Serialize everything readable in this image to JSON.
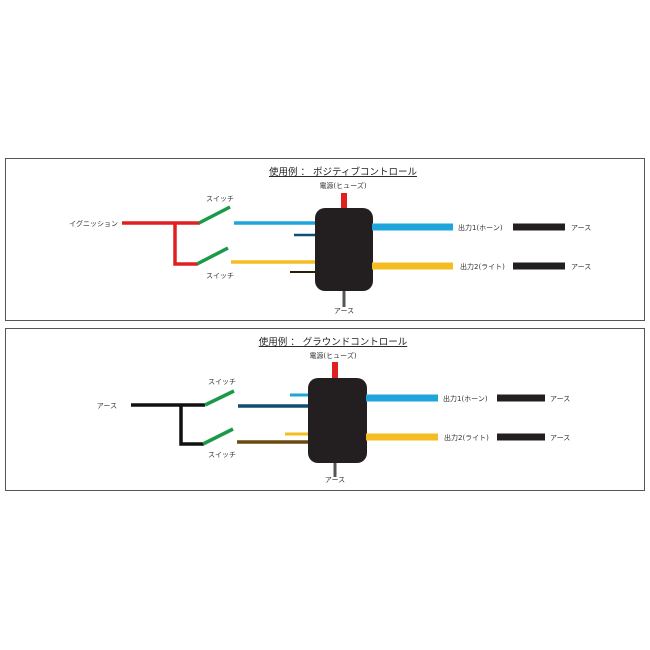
{
  "panels": [
    {
      "title": "使用例 ： ポジティブコントロール",
      "power_label": "電源(ヒューズ)",
      "input_label": "イグニッション",
      "switch_top_label": "スイッチ",
      "switch_bottom_label": "スイッチ",
      "ground_label": "アース",
      "output1_label": "出力1(ホーン)",
      "output1_ground": "アース",
      "output2_label": "出力2(ライト)",
      "output2_ground": "アース"
    },
    {
      "title": "使用例 ： グラウンドコントロール",
      "power_label": "電源(ヒューズ)",
      "input_label": "アース",
      "switch_top_label": "スイッチ",
      "switch_bottom_label": "スイッチ",
      "ground_label": "アース",
      "output1_label": "出力1(ホーン)",
      "output1_ground": "アース",
      "output2_label": "出力2(ライト)",
      "output2_ground": "アース"
    }
  ],
  "colors": {
    "power": "#e02020",
    "switch": "#1a9a48",
    "light_blue": "#1ea6dc",
    "dark_blue": "#0e4f73",
    "yellow": "#f4bd22",
    "brown": "#6b4a10",
    "box": "#231f20",
    "ground": "#555555"
  }
}
